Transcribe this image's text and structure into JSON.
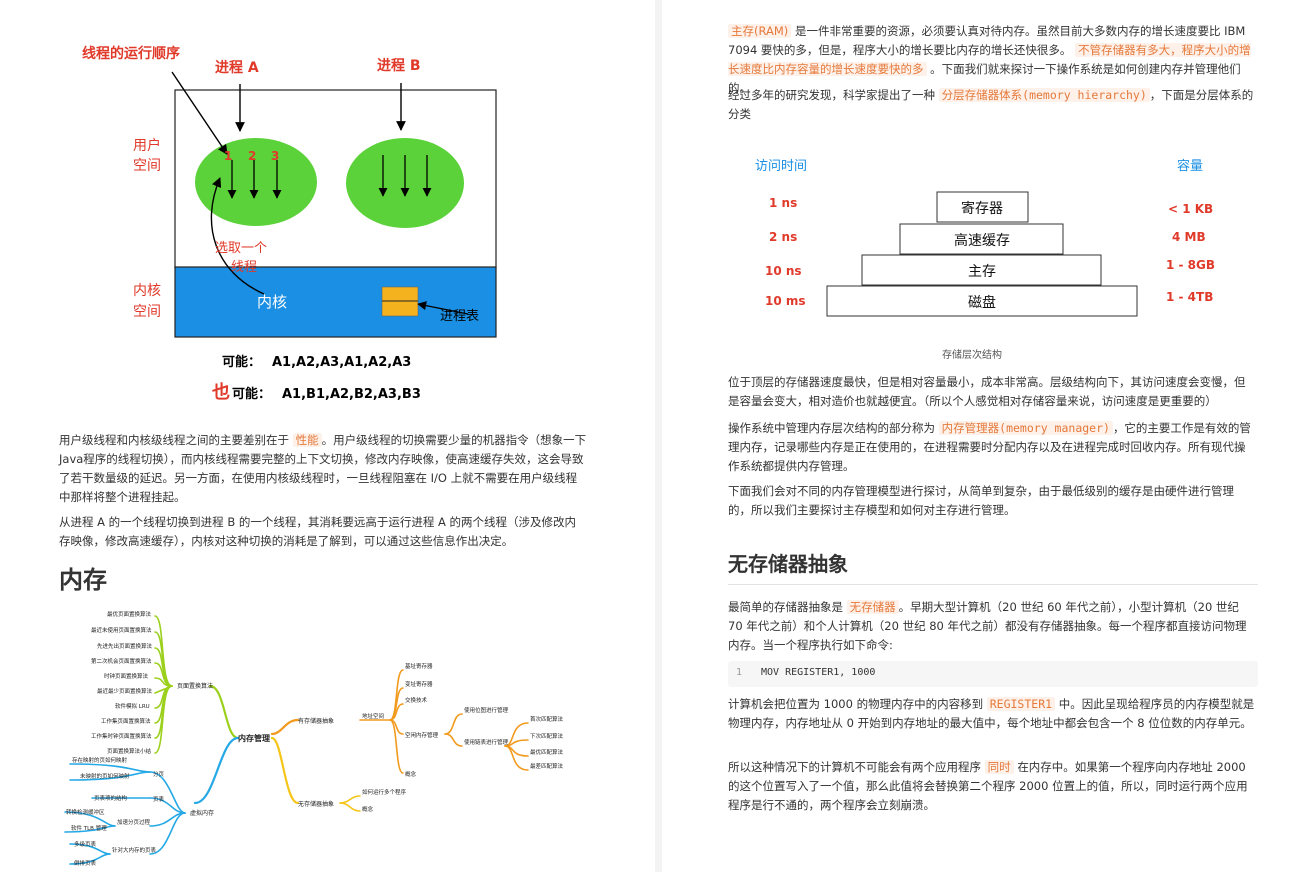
{
  "left": {
    "diagram": {
      "thread_order": "线程的运行顺序",
      "process_a": "进程 A",
      "process_b": "进程 B",
      "user_space": [
        "用户",
        "空间"
      ],
      "kernel_space": [
        "内核",
        "空间"
      ],
      "nums": [
        "1",
        "2",
        "3"
      ],
      "select_thread": [
        "选取一个",
        "线程"
      ],
      "kernel": "内核",
      "process_table": "进程表",
      "possible1_label": "可能：",
      "possible1_value": "A1,A2,A3,A1,A2,A3",
      "also": "也",
      "possible2_label": "可能：",
      "possible2_value": "A1,B1,A2,B2,A3,B3"
    },
    "para1": {
      "a": "用户级线程和内核级线程之间的主要差别在于",
      "hl": "性能",
      "b": "。用户级线程的切换需要少量的机器指令（想象一下Java程序的线程切换），而内核线程需要完整的上下文切换，修改内存映像，使高速缓存失效，这会导致了若干数量级的延迟。另一方面，在使用内核级线程时，一旦线程阻塞在 I/O 上就不需要在用户级线程中那样将整个进程挂起。"
    },
    "para2": "从进程 A 的一个线程切换到进程 B 的一个线程，其消耗要远高于运行进程 A 的两个线程（涉及修改内存映像，修改高速缓存），内核对这种切换的消耗是了解到，可以通过这些信息作出决定。",
    "heading": "内存",
    "mindmap": {
      "root": "内存管理",
      "page_replacement": "页面置换算法",
      "pr_items": [
        "最优页面置换算法",
        "最近未使用页面置换算法",
        "先进先出页面置换算法",
        "第二次机会页面置换算法",
        "时钟页面置换算法",
        "最近最少页面置换算法",
        "软件模拟 LRU",
        "工作集页面置换算法",
        "工作集时钟页面置换算法",
        "页面置换算法小结"
      ],
      "virtual_memory": "虚拟内存",
      "paging": "分页",
      "paging_items": [
        "存在映射的页如何映射",
        "未映射的页如何映射"
      ],
      "page_table": "页表",
      "page_table_items": [
        "页表项的结构"
      ],
      "speedup": "加速分页过程",
      "speedup_items": [
        "转换检测缓冲区",
        "软件 TLB 管理"
      ],
      "large_mem": "针对大内存的页表",
      "large_mem_items": [
        "多级页表",
        "倒排页表"
      ],
      "with_abstraction": "有存储器抽象",
      "address_space": "地址空间",
      "as_items": [
        "基址寄存器",
        "变址寄存器",
        "交换技术"
      ],
      "free_mem": "空闲内存管理",
      "bitmap": "使用位图进行管理",
      "linkedlist": "使用链表进行管理",
      "ll_items": [
        "首次匹配算法",
        "下次匹配算法",
        "最优匹配算法",
        "最差匹配算法"
      ],
      "concept": "概念",
      "no_abstraction": "无存储器抽象",
      "na_items": [
        "如何运行多个程序",
        "概念"
      ]
    }
  },
  "right": {
    "para1": {
      "hl1": "主存(RAM)",
      "a": "是一件非常重要的资源，必须要认真对待内存。虽然目前大多数内存的增长速度要比 IBM 7094 要快的多，但是，程序大小的增长要比内存的增长还快很多。",
      "hl2": "不管存储器有多大，程序大小的增长速度比内存容量的增长速度要快的多",
      "b": "。下面我们就来探讨一下操作系统是如何创建内存并管理他们的。"
    },
    "para2": {
      "a": "经过多年的研究发现，科学家提出了一种",
      "hl": "分层存储器体系(memory hierarchy)",
      "b": "，下面是分层体系的分类"
    },
    "hierarchy": {
      "access_time": "访问时间",
      "capacity": "容量",
      "levels": [
        {
          "time": "1 ns",
          "name": "寄存器",
          "cap": "< 1 KB"
        },
        {
          "time": "2 ns",
          "name": "高速缓存",
          "cap": "4 MB"
        },
        {
          "time": "10 ns",
          "name": "主存",
          "cap": "1 - 8GB"
        },
        {
          "time": "10 ms",
          "name": "磁盘",
          "cap": "1 - 4TB"
        }
      ],
      "caption": "存储层次结构"
    },
    "para3": "位于顶层的存储器速度最快，但是相对容量最小，成本非常高。层级结构向下，其访问速度会变慢，但是容量会变大，相对造价也就越便宜。（所以个人感觉相对存储容量来说，访问速度是更重要的）",
    "para4": {
      "a": "操作系统中管理内存层次结构的部分称为",
      "hl": "内存管理器(memory manager)",
      "b": "，它的主要工作是有效的管理内存，记录哪些内存是正在使用的，在进程需要时分配内存以及在进程完成时回收内存。所有现代操作系统都提供内存管理。"
    },
    "para5": "下面我们会对不同的内存管理模型进行探讨，从简单到复杂，由于最低级别的缓存是由硬件进行管理的，所以我们主要探讨主存模型和如何对主存进行管理。",
    "heading": "无存储器抽象",
    "para6": {
      "a": "最简单的存储器抽象是",
      "hl": "无存储器",
      "b": "。早期大型计算机（20 世纪 60 年代之前），小型计算机（20 世纪 70 年代之前）和个人计算机（20 世纪 80 年代之前）都没有存储器抽象。每一个程序都直接访问物理内存。当一个程序执行如下命令:"
    },
    "code": {
      "line_no": "1",
      "text": "MOV REGISTER1, 1000"
    },
    "para7": {
      "a": "计算机会把位置为 1000 的物理内存中的内容移到",
      "hl": "REGISTER1",
      "b": "中。因此呈现给程序员的内存模型就是物理内存，内存地址从 0 开始到内存地址的最大值中，每个地址中都会包含一个 8 位位数的内存单元。"
    },
    "para8": {
      "a": "所以这种情况下的计算机不可能会有两个应用程序",
      "hl": "同时",
      "b": "在内存中。如果第一个程序向内存地址 2000 的这个位置写入了一个值，那么此值将会替换第二个程序 2000 位置上的值，所以，同时运行两个应用程序是行不通的，两个程序会立刻崩溃。"
    }
  }
}
